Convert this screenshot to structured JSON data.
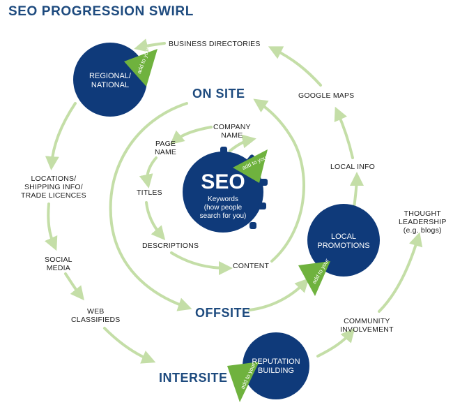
{
  "title": "SEO PROGRESSION SWIRL",
  "colors": {
    "navy": "#0f3a7a",
    "accent_green": "#6fb23e",
    "arrow_green": "#c4dea7",
    "heading_blue": "#1d4a7e"
  },
  "hubs": {
    "regional": "REGIONAL/\nNATIONAL",
    "local_promotions": "LOCAL\nPROMOTIONS",
    "reputation": "REPUTATION\nBUILDING"
  },
  "center": {
    "main": "SEO",
    "sub": "Keywords\n(how people\nsearch for you)"
  },
  "badges": {
    "add_to_your": "add to\nyour"
  },
  "sections": {
    "on_site": "ON SITE",
    "offsite": "OFFSITE",
    "intersite": "INTERSITE"
  },
  "steps": {
    "business_directories": "BUSINESS DIRECTORIES",
    "google_maps": "GOOGLE MAPS",
    "local_info": "LOCAL INFO",
    "company_name": "COMPANY\nNAME",
    "page_name": "PAGE\nNAME",
    "titles": "TITLES",
    "descriptions": "DESCRIPTIONS",
    "content": "CONTENT",
    "locations": "LOCATIONS/\nSHIPPING INFO/\nTRADE LICENCES",
    "social_media": "SOCIAL\nMEDIA",
    "web_classifieds": "WEB\nCLASSIFIEDS",
    "thought_leadership": "THOUGHT\nLEADERSHIP\n(e.g. blogs)",
    "community_involvement": "COMMUNITY\nINVOLVEMENT"
  }
}
